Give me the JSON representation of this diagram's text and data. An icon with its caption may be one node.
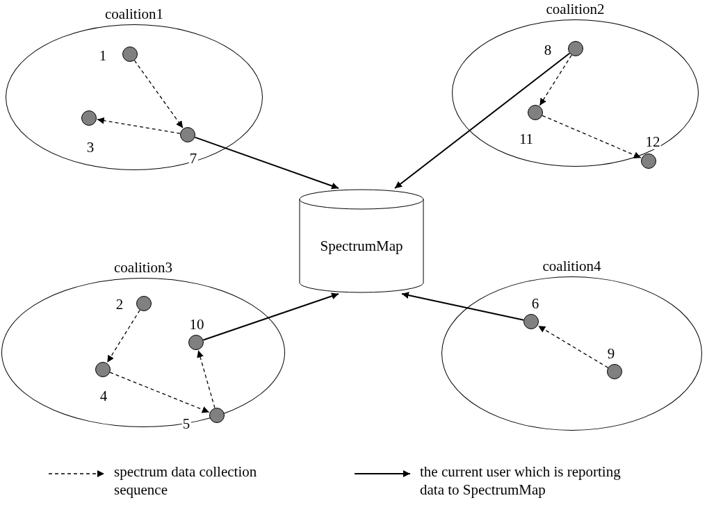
{
  "diagram": {
    "nodes": [
      {
        "text": [
          "coalition1"
        ]
      },
      {
        "text": [],
        "shape": "circle",
        "in": 0,
        "beside": [
          "1"
        ]
      },
      {
        "text": [],
        "shape": "circle",
        "in": 0,
        "beside": [
          "3"
        ]
      },
      {
        "text": [],
        "shape": "circle",
        "in": 0,
        "beside": [
          "7"
        ]
      },
      {
        "text": [
          "coalition2"
        ]
      },
      {
        "text": [],
        "shape": "circle",
        "in": 4,
        "beside": [
          "8"
        ]
      },
      {
        "text": [],
        "shape": "circle",
        "in": 4,
        "beside": [
          "11"
        ]
      },
      {
        "text": [],
        "shape": "circle",
        "in": 4,
        "beside": [
          "12"
        ]
      },
      {
        "text": [
          "SpectrumMap"
        ]
      },
      {
        "text": [
          "coalition3"
        ]
      },
      {
        "text": [],
        "shape": "circle",
        "in": 9,
        "beside": [
          "2"
        ]
      },
      {
        "text": [],
        "shape": "circle",
        "in": 9,
        "beside": [
          "10"
        ]
      },
      {
        "text": [],
        "shape": "circle",
        "in": 9,
        "beside": [
          "4"
        ]
      },
      {
        "text": [],
        "shape": "circle",
        "in": 9,
        "beside": [
          "5"
        ]
      },
      {
        "text": [
          "coalition4"
        ]
      },
      {
        "text": [],
        "shape": "circle",
        "in": 14,
        "beside": [
          "6"
        ]
      },
      {
        "text": [],
        "shape": "circle",
        "in": 14,
        "beside": [
          "9"
        ]
      }
    ],
    "edges": [
      {
        "from": 1,
        "to": 3,
        "arrow": "to",
        "style": "dashed"
      },
      {
        "from": 3,
        "to": 2,
        "arrow": "to",
        "style": "dashed"
      },
      {
        "from": 3,
        "to": 8,
        "arrow": "to"
      },
      {
        "from": 5,
        "to": 6,
        "arrow": "to",
        "style": "dashed"
      },
      {
        "from": 6,
        "to": 7,
        "arrow": "to",
        "style": "dashed"
      },
      {
        "from": 5,
        "to": 8,
        "arrow": "to"
      },
      {
        "from": 10,
        "to": 12,
        "arrow": "to",
        "style": "dashed"
      },
      {
        "from": 12,
        "to": 13,
        "arrow": "to",
        "style": "dashed"
      },
      {
        "from": 13,
        "to": 11,
        "arrow": "to",
        "style": "dashed"
      },
      {
        "from": 11,
        "to": 8,
        "arrow": "to"
      },
      {
        "from": 16,
        "to": 15,
        "arrow": "to",
        "style": "dashed"
      },
      {
        "from": 15,
        "to": 8,
        "arrow": "to"
      }
    ],
    "legend": [
      {
        "text": "spectrum data collection sequence"
      },
      {
        "text": "the current user which is reporting data to SpectrumMap"
      }
    ]
  }
}
